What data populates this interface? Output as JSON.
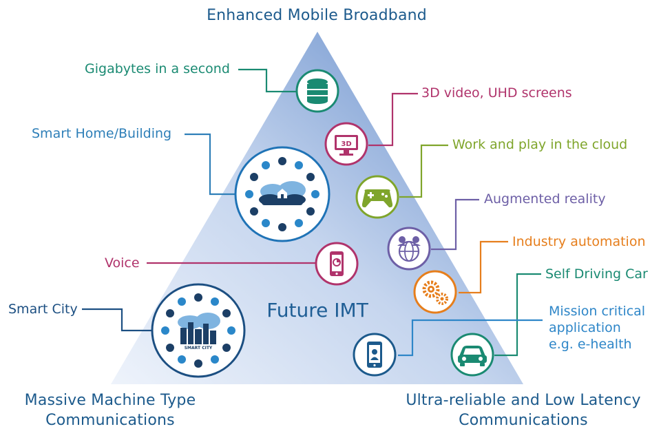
{
  "corners": {
    "top": "Enhanced Mobile Broadband",
    "bottom_left": [
      "Massive Machine Type",
      "Communications"
    ],
    "bottom_right": [
      "Ultra-reliable and Low Latency",
      "Communications"
    ]
  },
  "center_label": "Future IMT",
  "callouts": [
    {
      "id": "gigabytes",
      "text": "Gigabytes in a second",
      "color": "#1a8a72",
      "icon": "database-icon"
    },
    {
      "id": "3d-video",
      "text": "3D video, UHD screens",
      "color": "#b0336b",
      "icon": "3d-tv-icon",
      "icon_text": "3D"
    },
    {
      "id": "smart-home",
      "text": "Smart Home/Building",
      "color": "#2e7fb8",
      "icon": "smart-home-cloud-icon"
    },
    {
      "id": "cloud-work",
      "text": "Work and play in the cloud",
      "color": "#7fa52b",
      "icon": "gamepad-icon"
    },
    {
      "id": "ar",
      "text": "Augmented reality",
      "color": "#6d5fa6",
      "icon": "globe-people-icon"
    },
    {
      "id": "industry",
      "text": "Industry automation",
      "color": "#e67e1c",
      "icon": "gears-icon"
    },
    {
      "id": "voice",
      "text": "Voice",
      "color": "#b0336b",
      "icon": "phone-icon"
    },
    {
      "id": "self-driving",
      "text": "Self Driving Car",
      "color": "#1a8a72",
      "icon": "car-icon"
    },
    {
      "id": "smart-city",
      "text": "Smart City",
      "color": "#1c4f82",
      "icon": "smart-city-cloud-icon",
      "icon_text": "SMART CITY"
    },
    {
      "id": "mission",
      "text": [
        "Mission critical",
        "application",
        "e.g. e-health"
      ],
      "color": "#2e86c8",
      "icon": "ehealth-phone-icon"
    }
  ],
  "colors": {
    "triangle_light": "#e9f0fa",
    "triangle_dark": "#6f95cf"
  }
}
